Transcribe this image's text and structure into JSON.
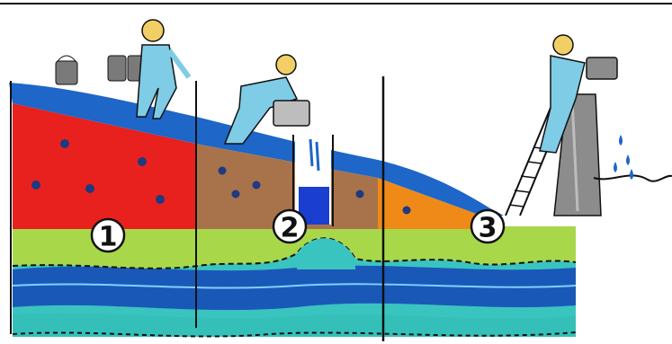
{
  "markers": [
    {
      "label": "1"
    },
    {
      "label": "2"
    },
    {
      "label": "3"
    }
  ],
  "colors": {
    "sky_water": "#1e66c8",
    "section_1_fill": "#e8201e",
    "section_2_fill": "#a8734a",
    "section_3_fill": "#ef8a18",
    "grass_band": "#a8d84a",
    "aquifer_light": "#3ac4c0",
    "aquifer_dark": "#1a58b8",
    "figure": "#7fcce6",
    "tower": "#8c8c8c"
  },
  "icons": [
    "bucket-icon",
    "person-icon",
    "ladder-icon",
    "tower-icon",
    "water-drop-icon"
  ]
}
